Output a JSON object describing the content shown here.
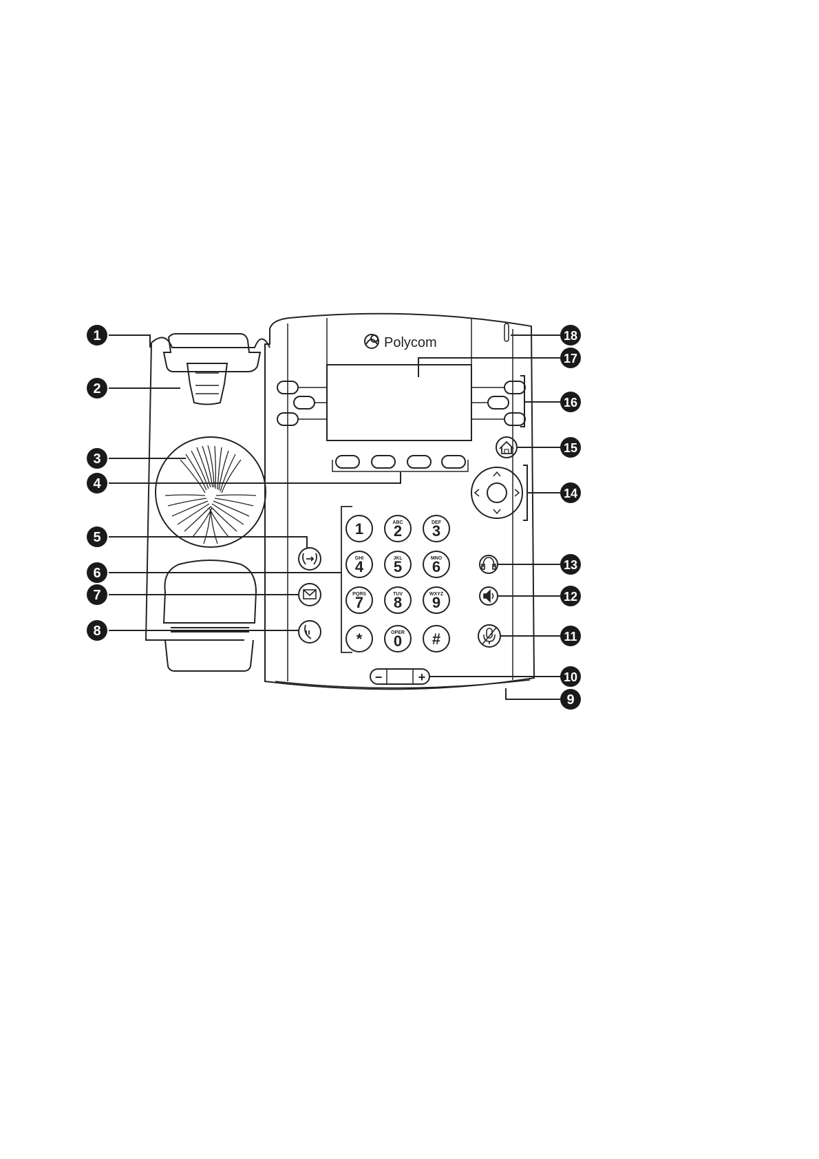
{
  "brand": {
    "name": "Polycom"
  },
  "keypad": [
    {
      "digit": "1",
      "letters": ""
    },
    {
      "digit": "2",
      "letters": "ABC"
    },
    {
      "digit": "3",
      "letters": "DEF"
    },
    {
      "digit": "4",
      "letters": "GHI"
    },
    {
      "digit": "5",
      "letters": "JKL"
    },
    {
      "digit": "6",
      "letters": "MNO"
    },
    {
      "digit": "7",
      "letters": "PQRS"
    },
    {
      "digit": "8",
      "letters": "TUV"
    },
    {
      "digit": "9",
      "letters": "WXYZ"
    },
    {
      "digit": "*",
      "letters": ""
    },
    {
      "digit": "0",
      "letters": "OPER"
    },
    {
      "digit": "#",
      "letters": ""
    }
  ],
  "volume": {
    "minus": "−",
    "plus": "+"
  },
  "callouts": [
    {
      "number": "1"
    },
    {
      "number": "2"
    },
    {
      "number": "3"
    },
    {
      "number": "4"
    },
    {
      "number": "5"
    },
    {
      "number": "6"
    },
    {
      "number": "7"
    },
    {
      "number": "8"
    },
    {
      "number": "9"
    },
    {
      "number": "10"
    },
    {
      "number": "11"
    },
    {
      "number": "12"
    },
    {
      "number": "13"
    },
    {
      "number": "14"
    },
    {
      "number": "15"
    },
    {
      "number": "16"
    },
    {
      "number": "17"
    },
    {
      "number": "18"
    }
  ],
  "icons": {
    "home": "home-icon",
    "transfer": "transfer-icon",
    "message": "envelope-icon",
    "hold": "hold-icon",
    "headset": "headset-icon",
    "speaker": "speaker-icon",
    "mute": "mute-microphone-icon",
    "logo": "polycom-logo-icon"
  },
  "colors": {
    "line": "#222222",
    "callout": "#1a1a1a",
    "callout_text": "#ffffff"
  }
}
